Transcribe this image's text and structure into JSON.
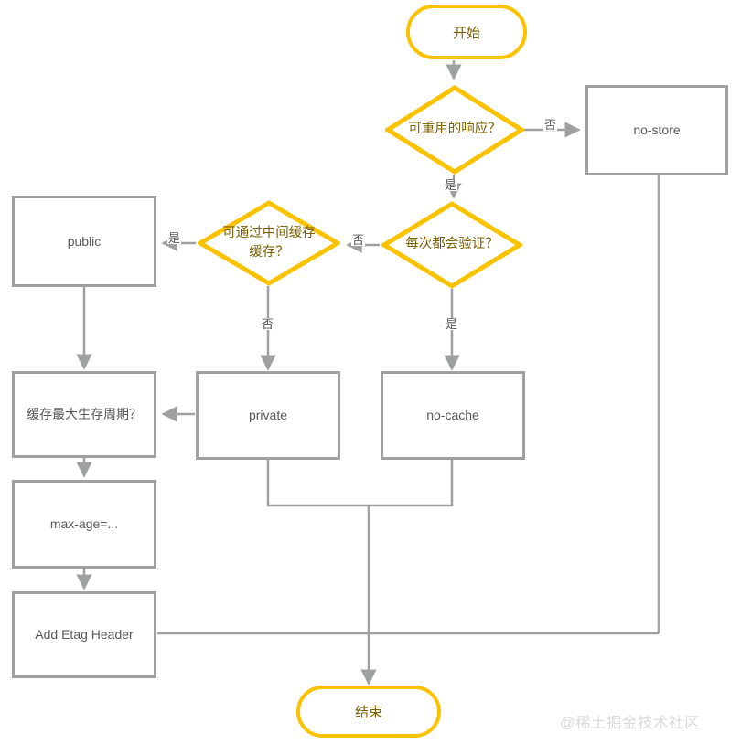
{
  "diagram": {
    "title": "HTTP Cache-Control decision flowchart",
    "colors": {
      "terminal_border": "#fbc200",
      "decision_border": "#fbc200",
      "process_border": "#9fa0a0",
      "edge": "#9fa0a0",
      "process_text": "#595757",
      "gold_text": "#7a6000",
      "watermark": "#d9d9d9",
      "background": "#ffffff"
    },
    "nodes": {
      "start": {
        "label": "开始",
        "type": "terminal"
      },
      "reusable": {
        "label": "可重用的响应？",
        "type": "decision"
      },
      "no_store": {
        "label": "no-store",
        "type": "process"
      },
      "revalidate_every_time": {
        "label": "每次都会验证？",
        "type": "decision"
      },
      "intermediate_cache": {
        "label": "可通过中间缓存缓存？",
        "type": "decision"
      },
      "public": {
        "label": "public",
        "type": "process"
      },
      "private": {
        "label": "private",
        "type": "process"
      },
      "no_cache": {
        "label": "no-cache",
        "type": "process"
      },
      "max_lifetime": {
        "label": "缓存最大生存周期？",
        "type": "process"
      },
      "max_age": {
        "label": "max-age=...",
        "type": "process"
      },
      "add_etag": {
        "label": "Add Etag Header",
        "type": "process"
      },
      "end": {
        "label": "结束",
        "type": "terminal"
      }
    },
    "edge_labels": {
      "reusable_no": "否",
      "reusable_yes": "是",
      "revalidate_no": "否",
      "revalidate_yes": "是",
      "intermediate_yes": "是",
      "intermediate_no": "否"
    },
    "watermark": "@稀土掘金技术社区"
  }
}
